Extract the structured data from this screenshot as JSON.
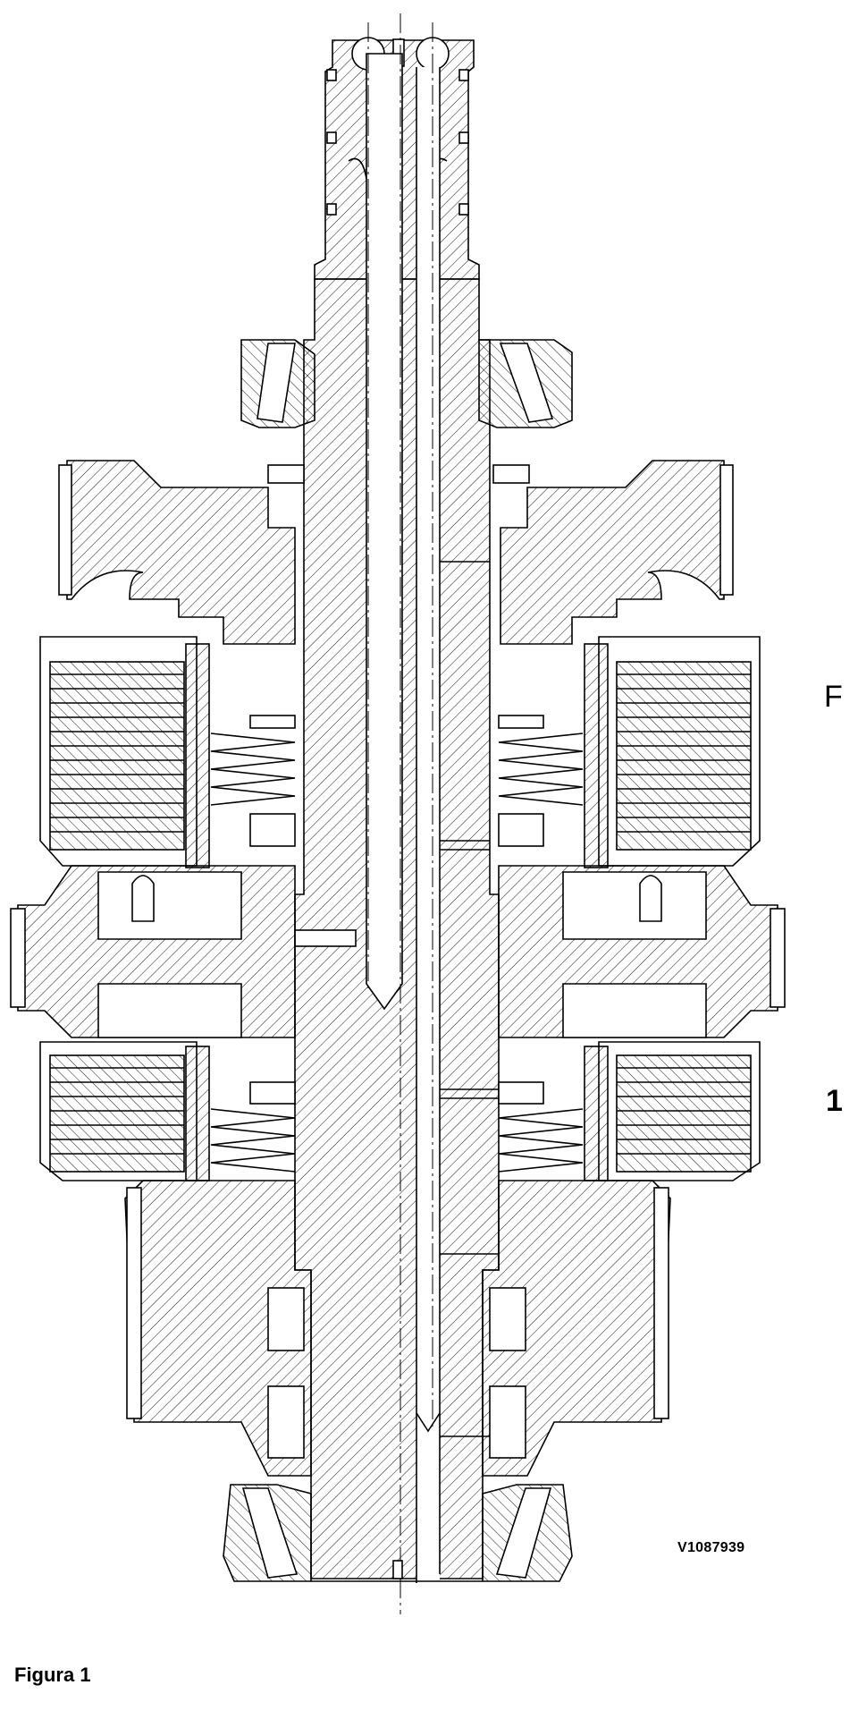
{
  "labels": {
    "side_top": "F",
    "side_bottom": "1",
    "drawing_code": "V1087939"
  },
  "caption": "Figura 1",
  "colors": {
    "line": "#000000",
    "background": "#ffffff"
  }
}
